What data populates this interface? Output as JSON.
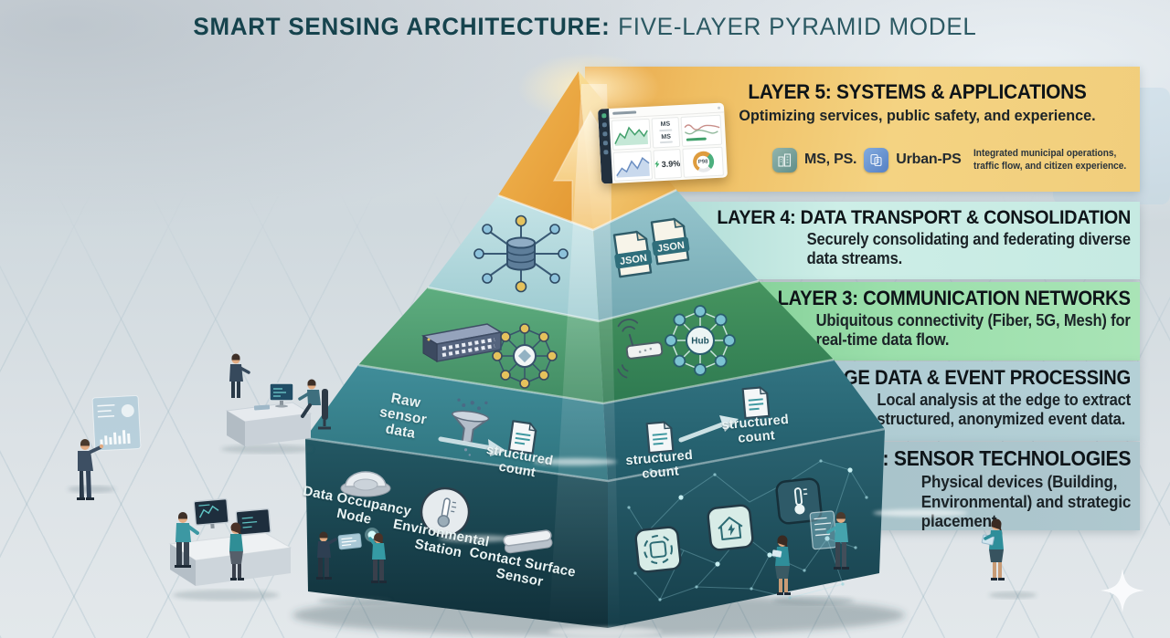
{
  "title": {
    "bold": "SMART SENSING ARCHITECTURE:",
    "light": "FIVE-LAYER PYRAMID MODEL"
  },
  "layer5": {
    "heading": "LAYER 5: SYSTEMS & APPLICATIONS",
    "subtitle": "Optimizing services, public safety, and experience.",
    "badge1": "MS, PS.",
    "badge2": "Urban-PS",
    "note": [
      "Integrated municipal operations,",
      "traffic flow, and citizen experience."
    ]
  },
  "layer4": {
    "heading": "LAYER 4: DATA TRANSPORT & CONSOLIDATION",
    "subtitle": [
      "Securely consolidating and federating diverse",
      "data streams."
    ]
  },
  "layer3": {
    "heading": "LAYER 3: COMMUNICATION NETWORKS",
    "subtitle": [
      "Ubiquitous connectivity (Fiber, 5G, Mesh) for",
      "real-time data flow."
    ]
  },
  "layer2": {
    "heading": "LAYER 2: EDGE DATA & EVENT PROCESSING",
    "subtitle": [
      "Local analysis at the edge to extract",
      "structured, anonymized event data."
    ]
  },
  "layer1": {
    "heading": "LAYER 1: SENSOR TECHNOLOGIES",
    "subtitle": [
      "Physical devices (Building,",
      "Environmental) and strategic",
      "placement."
    ]
  },
  "pyramid": {
    "raw_sensor_data": [
      "Raw",
      "sensor",
      "data"
    ],
    "structured_count": [
      "structured",
      "count"
    ],
    "data_occupancy_node": [
      "Data Occupancy",
      "Node"
    ],
    "environmental_station": [
      "Environmental",
      "Station"
    ],
    "contact_surface_sensor": [
      "Contact Surface",
      "Sensor"
    ],
    "hub_label": "Hub",
    "json_label": "JSON"
  },
  "dashboard": {
    "stat1": "MS",
    "stat2": "MS",
    "percent": "3.9%",
    "gauge": "P98"
  },
  "colors": {
    "gold_band": "#F2CE7E",
    "gold_deep": "#E8A94C",
    "layer4_band": "#C9EAE4",
    "layer3_band": "#A6E2B4",
    "layer2_band": "#AFCBD2",
    "layer1_band": "#A8C2CA",
    "pyramid_dark_teal": "#1E515D",
    "pyramid_teal": "#2F7683",
    "pyramid_green": "#47A06F",
    "pyramid_light_teal": "#9ECBD1",
    "title_text": "#16434D"
  }
}
